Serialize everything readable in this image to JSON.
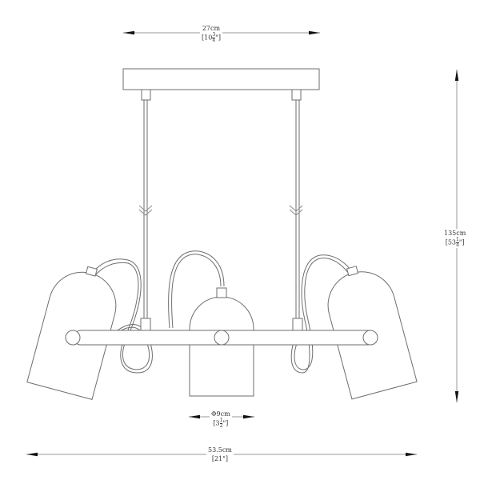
{
  "drawing": {
    "subject": "Three-light pendant fixture with adjustable shades",
    "dimensions": {
      "canopy_width": {
        "metric": "27cm",
        "imperial_whole": "10",
        "imperial_num": "3",
        "imperial_den": "4"
      },
      "overall_height": {
        "metric": "135cm",
        "imperial_whole": "53",
        "imperial_num": "1",
        "imperial_den": "4"
      },
      "shade_diameter": {
        "metric": "Φ9cm",
        "imperial_whole": "3",
        "imperial_num": "1",
        "imperial_den": "2"
      },
      "overall_width": {
        "metric": "53.5cm",
        "imperial": "[21\"]"
      }
    },
    "colors": {
      "line": "#6e6e6e",
      "arrow": "#111111",
      "dim_line": "#9a9a9a",
      "background": "#ffffff"
    }
  }
}
